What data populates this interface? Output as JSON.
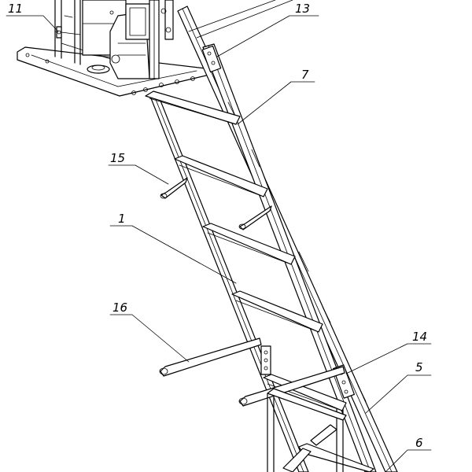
{
  "callouts": [
    {
      "id": "c11",
      "label": "11"
    },
    {
      "id": "c13",
      "label": "13"
    },
    {
      "id": "c7",
      "label": "7"
    },
    {
      "id": "c15",
      "label": "15"
    },
    {
      "id": "c1",
      "label": "1"
    },
    {
      "id": "c16",
      "label": "16"
    },
    {
      "id": "c14",
      "label": "14"
    },
    {
      "id": "c5",
      "label": "5"
    },
    {
      "id": "c6",
      "label": "6"
    }
  ]
}
